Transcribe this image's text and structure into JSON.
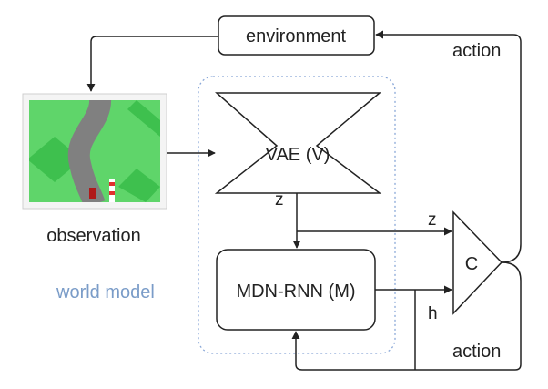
{
  "nodes": {
    "environment": "environment",
    "observation": "observation",
    "vae": "VAE (V)",
    "mdn_rnn": "MDN-RNN (M)",
    "controller": "C",
    "world_model": "world model"
  },
  "edge_labels": {
    "z_vae": "z",
    "z_controller": "z",
    "h": "h",
    "action_top": "action",
    "action_bottom": "action"
  },
  "colors": {
    "stroke": "#222222",
    "world_model_border": "#8aa8d8",
    "world_model_text": "#7a9cc8",
    "grass_light": "#5fd56a",
    "grass_dark": "#3ec04e",
    "track": "#808080",
    "frame": "#f4f4f4"
  }
}
